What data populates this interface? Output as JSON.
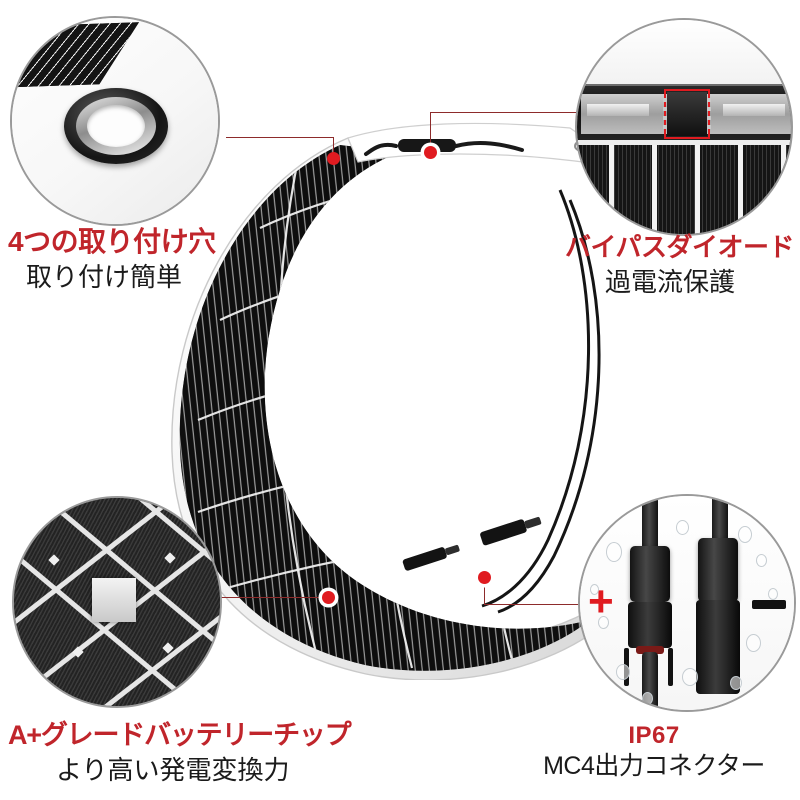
{
  "product": {
    "type": "flexible-monocrystalline-solar-panel",
    "accent_red": "#c0252b",
    "dot_red": "#e01b20",
    "background": "#ffffff"
  },
  "callouts": [
    {
      "id": "mounting-holes",
      "position": "top-left",
      "headline": "4つの取り付け穴",
      "subline": "取り付け簡単",
      "headline_color": "#c0252b",
      "subline_color": "#1b1b1b",
      "detail": "grommet-hole-macro"
    },
    {
      "id": "bypass-diode",
      "position": "top-right",
      "headline": "バイパスダイオード",
      "subline": "過電流保護",
      "headline_color": "#c0252b",
      "subline_color": "#1b1b1b",
      "detail": "junction-box-diode-macro"
    },
    {
      "id": "a-plus-cell",
      "position": "bottom-left",
      "headline": "A+グレードバッテリーチップ",
      "subline": "より高い発電変換力",
      "headline_color": "#c0252b",
      "subline_color": "#1b1b1b",
      "detail": "solar-cell-busbar-macro"
    },
    {
      "id": "mc4-connector",
      "position": "bottom-right",
      "headline": "IP67",
      "subline": "MC4出力コネクター",
      "headline_color": "#c0252b",
      "subline_color": "#1b1b1b",
      "detail": "mc4-connector-macro",
      "polarity_positive": "+",
      "polarity_negative": "−"
    }
  ],
  "icons": {
    "marker": "red-dot-marker",
    "plus": "plus-polarity-icon",
    "minus": "minus-polarity-icon",
    "diode": "bypass-diode-chip-icon",
    "grommet": "mounting-grommet-icon",
    "waterdrop": "water-droplet-icon"
  }
}
